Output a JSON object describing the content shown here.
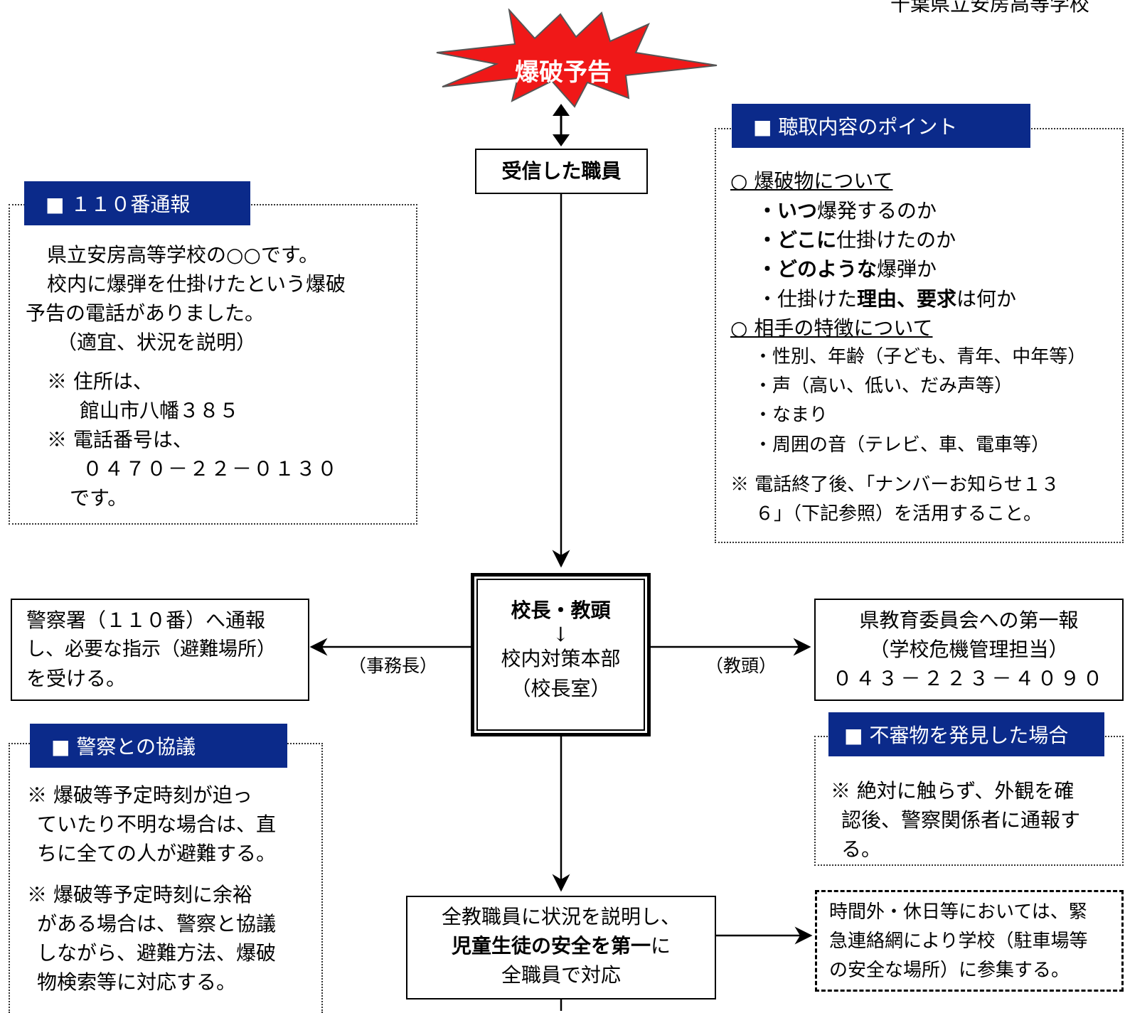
{
  "header_top_right": "千葉県立安房高等学校",
  "burst": {
    "label": "爆破予告"
  },
  "receiver": {
    "label": "受信した職員"
  },
  "points": {
    "title": "■ 聴取内容のポイント",
    "h1": "○ 爆破物について",
    "i1_b": "・いつ",
    "i1_t": "爆発するのか",
    "i2_b": "・どこに",
    "i2_t": "仕掛けたのか",
    "i3_b": "・どのような",
    "i3_t": "爆弾か",
    "i4_a": "・仕掛けた",
    "i4_b": "理由、要求",
    "i4_c": "は何か",
    "h2": "○ 相手の特徴について",
    "j1": "・性別、年齢（子ども、青年、中年等）",
    "j2": "・声（高い、低い、だみ声等）",
    "j3": "・なまり",
    "j4": "・周囲の音（テレビ、車、電車等）",
    "n1": "※ 電話終了後、「ナンバーお知らせ１３",
    "n2": "６」（下記参照）を活用すること。"
  },
  "report110": {
    "title": "■ １１０番通報",
    "l1": "県立安房高等学校の○○です。",
    "l2": "校内に爆弾を仕掛けたという爆破",
    "l3": "予告の電話がありました。",
    "l4": "（適宜、状況を説明）",
    "l5": "※ 住所は、",
    "l6": "館山市八幡３８５",
    "l7": "※ 電話番号は、",
    "l8": "０４７０－２２－０１３０",
    "l9": "です。"
  },
  "hq": {
    "l1": "校長・教頭",
    "arrow": "↓",
    "l2": "校内対策本部",
    "l3": "（校長室）"
  },
  "police": {
    "l1": "警察署（１１０番）へ通報",
    "l2": "し、必要な指示（避難場所）",
    "l3": "を受ける。"
  },
  "jimucho": "（事務長）",
  "kyoto": "（教頭）",
  "board": {
    "l1": "県教育委員会への第一報",
    "l2": "（学校危機管理担当）",
    "l3": "０４３－２２３－４０９０"
  },
  "consult": {
    "title": "■ 警察との協議",
    "a1": "※ 爆破等予定時刻が迫っ",
    "a2": "ていたり不明な場合は、直",
    "a3": "ちに全ての人が避難する。",
    "b1": "※ 爆破等予定時刻に余裕",
    "b2": "がある場合は、警察と協議",
    "b3": "しながら、避難方法、爆破",
    "b4": "物検索等に対応する。"
  },
  "suspicious": {
    "title": "■ 不審物を発見した場合",
    "l1": "※ 絶対に触らず、外観を確",
    "l2": "認後、警察関係者に通報す",
    "l3": "る。"
  },
  "staff": {
    "l1": "全教職員に状況を説明し、",
    "l2_b": "児童生徒の安全を第一",
    "l2_t": "に",
    "l3": "全職員で対応"
  },
  "offhours": {
    "l1": "時間外・休日等においては、緊",
    "l2": "急連絡網により学校（駐車場等",
    "l3": "の安全な場所）に参集する。"
  }
}
